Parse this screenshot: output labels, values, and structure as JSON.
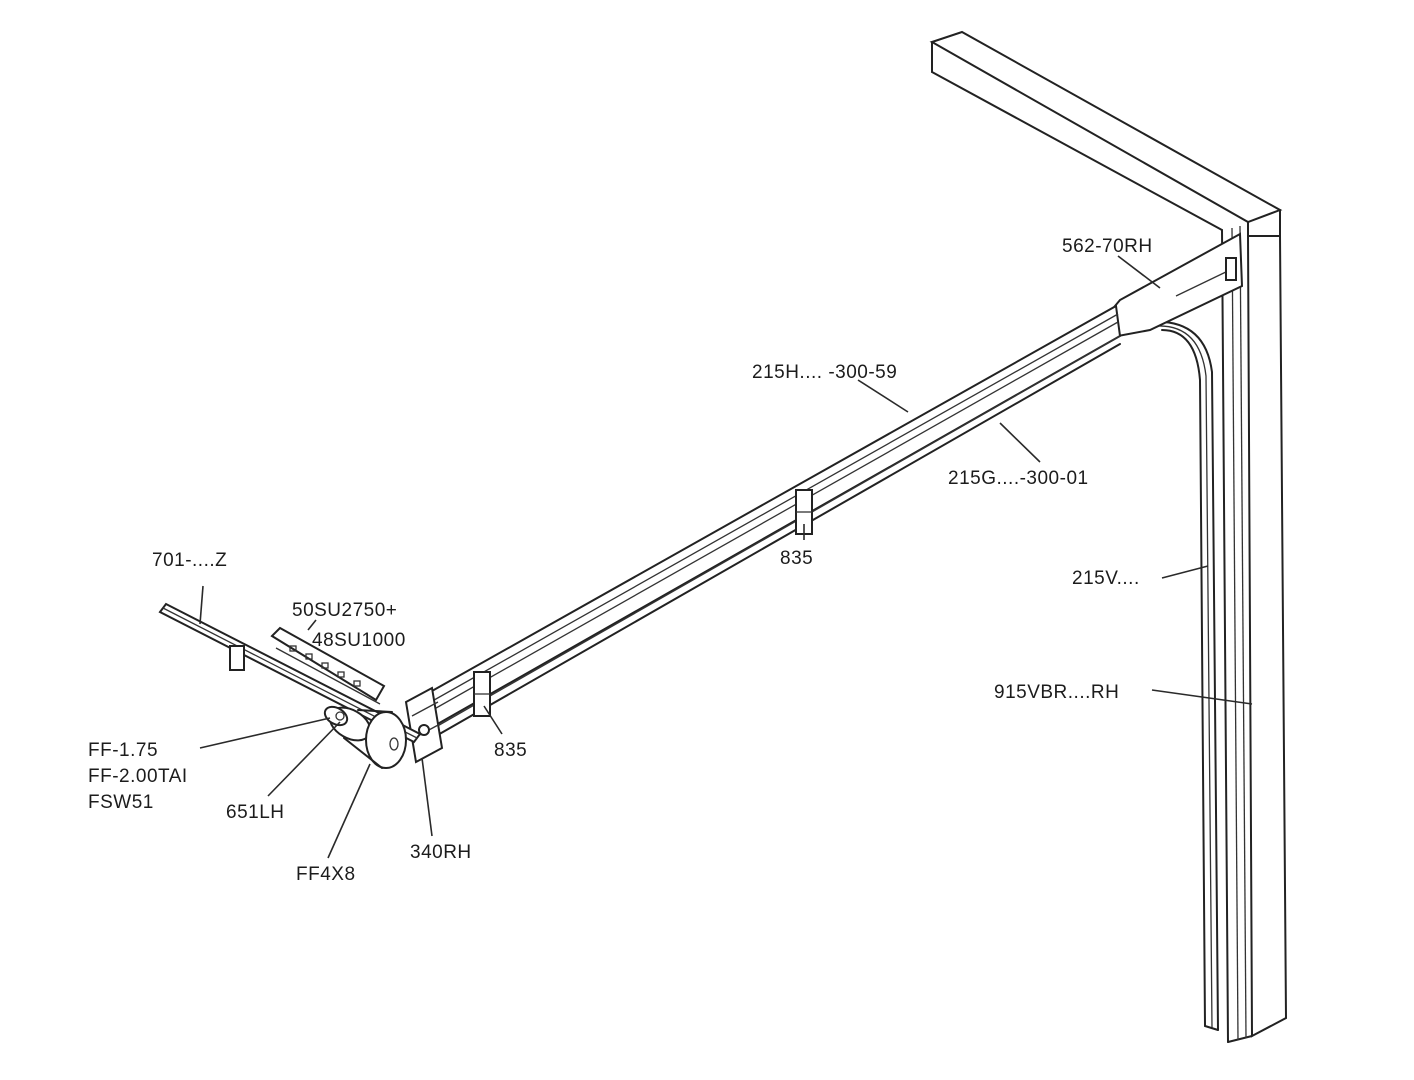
{
  "labels": {
    "rail_end_bracket": "562-70RH",
    "horizontal_track": "215H.... -300-59",
    "track_angle": "215G....-300-01",
    "strap_mid": "835",
    "vertical_track": "215V....",
    "weatherseal": "915VBR....RH",
    "shaft": "701-....Z",
    "spring_line1": "50SU2750+",
    "spring_line2": "48SU1000",
    "cone_line1": "FF-1.75",
    "cone_line2": "FF-2.00TAI",
    "cone_line3": "FSW51",
    "drum": "651LH",
    "strap_front": "835",
    "bearing": "340RH",
    "bolt": "FF4X8"
  }
}
